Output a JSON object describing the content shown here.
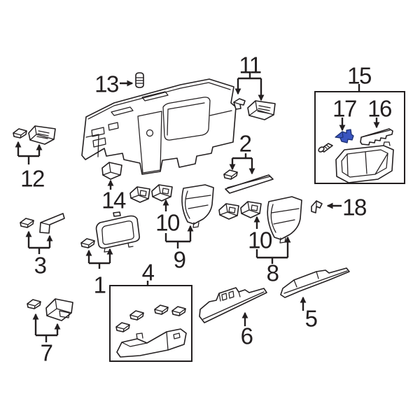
{
  "diagram": {
    "colors": {
      "background": "#ffffff",
      "line": "#231f20",
      "highlight": "#3a55c0"
    },
    "callouts": {
      "n1": "1",
      "n2": "2",
      "n3": "3",
      "n4": "4",
      "n5": "5",
      "n6": "6",
      "n7": "7",
      "n8": "8",
      "n9": "9",
      "n10_left": "10",
      "n10_right": "10",
      "n11": "11",
      "n12": "12",
      "n13": "13",
      "n14": "14",
      "n15": "15",
      "n16": "16",
      "n17": "17",
      "n18": "18"
    }
  }
}
